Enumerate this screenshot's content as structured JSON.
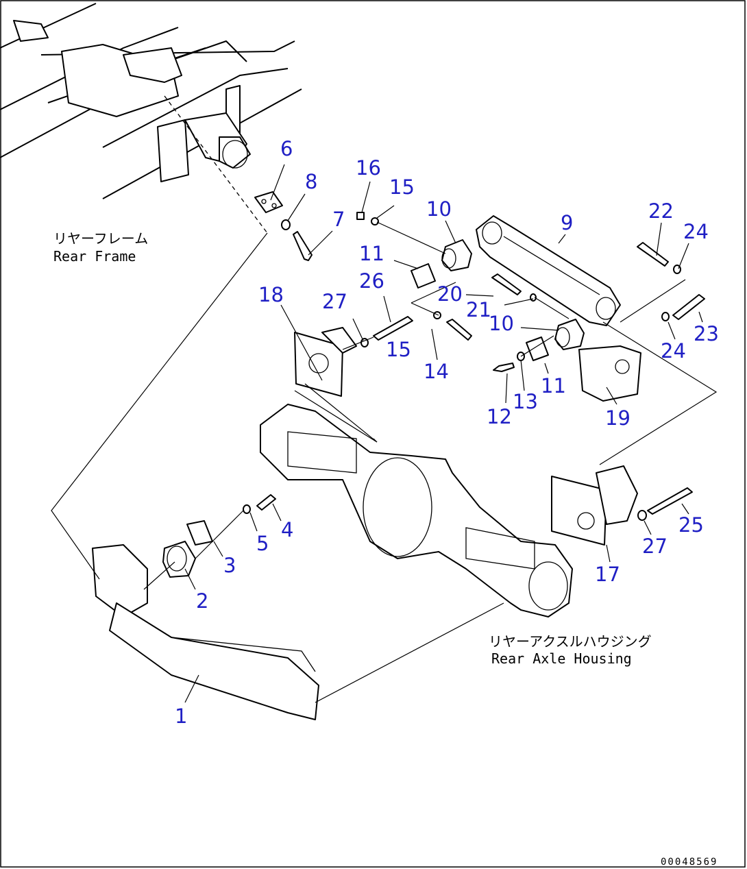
{
  "callouts": [
    {
      "id": "1",
      "label": "1"
    },
    {
      "id": "2",
      "label": "2"
    },
    {
      "id": "3",
      "label": "3"
    },
    {
      "id": "4",
      "label": "4"
    },
    {
      "id": "5",
      "label": "5"
    },
    {
      "id": "6",
      "label": "6"
    },
    {
      "id": "7",
      "label": "7"
    },
    {
      "id": "8",
      "label": "8"
    },
    {
      "id": "9",
      "label": "9"
    },
    {
      "id": "10a",
      "label": "10"
    },
    {
      "id": "10b",
      "label": "10"
    },
    {
      "id": "11a",
      "label": "11"
    },
    {
      "id": "11b",
      "label": "11"
    },
    {
      "id": "12",
      "label": "12"
    },
    {
      "id": "13",
      "label": "13"
    },
    {
      "id": "14",
      "label": "14"
    },
    {
      "id": "15a",
      "label": "15"
    },
    {
      "id": "15b",
      "label": "15"
    },
    {
      "id": "16",
      "label": "16"
    },
    {
      "id": "17",
      "label": "17"
    },
    {
      "id": "18",
      "label": "18"
    },
    {
      "id": "19",
      "label": "19"
    },
    {
      "id": "20",
      "label": "20"
    },
    {
      "id": "21",
      "label": "21"
    },
    {
      "id": "22",
      "label": "22"
    },
    {
      "id": "23",
      "label": "23"
    },
    {
      "id": "24a",
      "label": "24"
    },
    {
      "id": "24b",
      "label": "24"
    },
    {
      "id": "25",
      "label": "25"
    },
    {
      "id": "26",
      "label": "26"
    },
    {
      "id": "27a",
      "label": "27"
    },
    {
      "id": "27b",
      "label": "27"
    }
  ],
  "annotations": {
    "rear_frame_jp": "リヤーフレーム",
    "rear_frame_en": "Rear Frame",
    "rear_axle_jp": "リヤーアクスルハウジング",
    "rear_axle_en": "Rear Axle Housing"
  },
  "drawing_code": "00048569",
  "colors": {
    "callout_text": "#1f1fc4",
    "line_art": "#000000"
  }
}
